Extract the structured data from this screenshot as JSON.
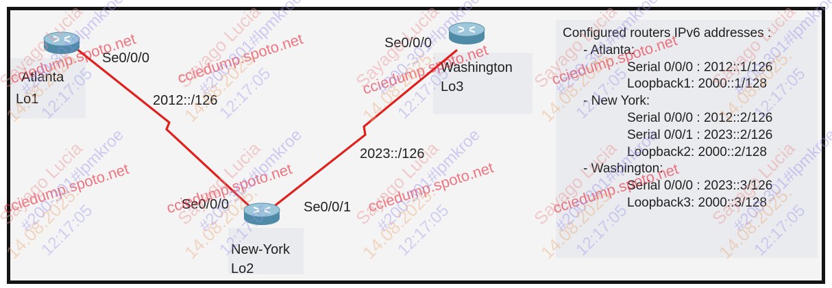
{
  "routers": {
    "atlanta": {
      "name": "Atlanta",
      "loopback": "Lo1",
      "iface": "Se0/0/0"
    },
    "newyork": {
      "name": "New-York",
      "loopback": "Lo2",
      "iface_left": "Se0/0/0",
      "iface_right": "Se0/0/1"
    },
    "washington": {
      "name": "Washington",
      "loopback": "Lo3",
      "iface": "Se0/0/0"
    }
  },
  "links": {
    "atl_ny": "2012::/126",
    "ny_wash": "2023::/126",
    "color": "#e0201c"
  },
  "addresses": {
    "title": "Configured routers IPv6 addresses :",
    "atlanta_heading": "- Atlanta:",
    "atlanta_serial": "Serial 0/0/0 : 2012::1/126",
    "atlanta_loopback": "Loopback1: 2000::1/128",
    "newyork_heading": "- New York:",
    "newyork_serial0": "Serial 0/0/0 : 2012::2/126",
    "newyork_serial1": "Serial 0/0/1  : 2023::2/126",
    "newyork_loopback": "Loopback2: 2000::2/128",
    "washington_heading": "- Washington:",
    "washington_serial": "Serial 0/0/0 : 2023::3/126",
    "washington_loopback": "Loopback3: 2000::3/128"
  },
  "watermark": {
    "site": "cciedump.spoto.net",
    "user": "Sayago Lucia",
    "id": "#200-301#lpmkroe",
    "date": "14.08.2025.",
    "time": "12:17:05"
  }
}
